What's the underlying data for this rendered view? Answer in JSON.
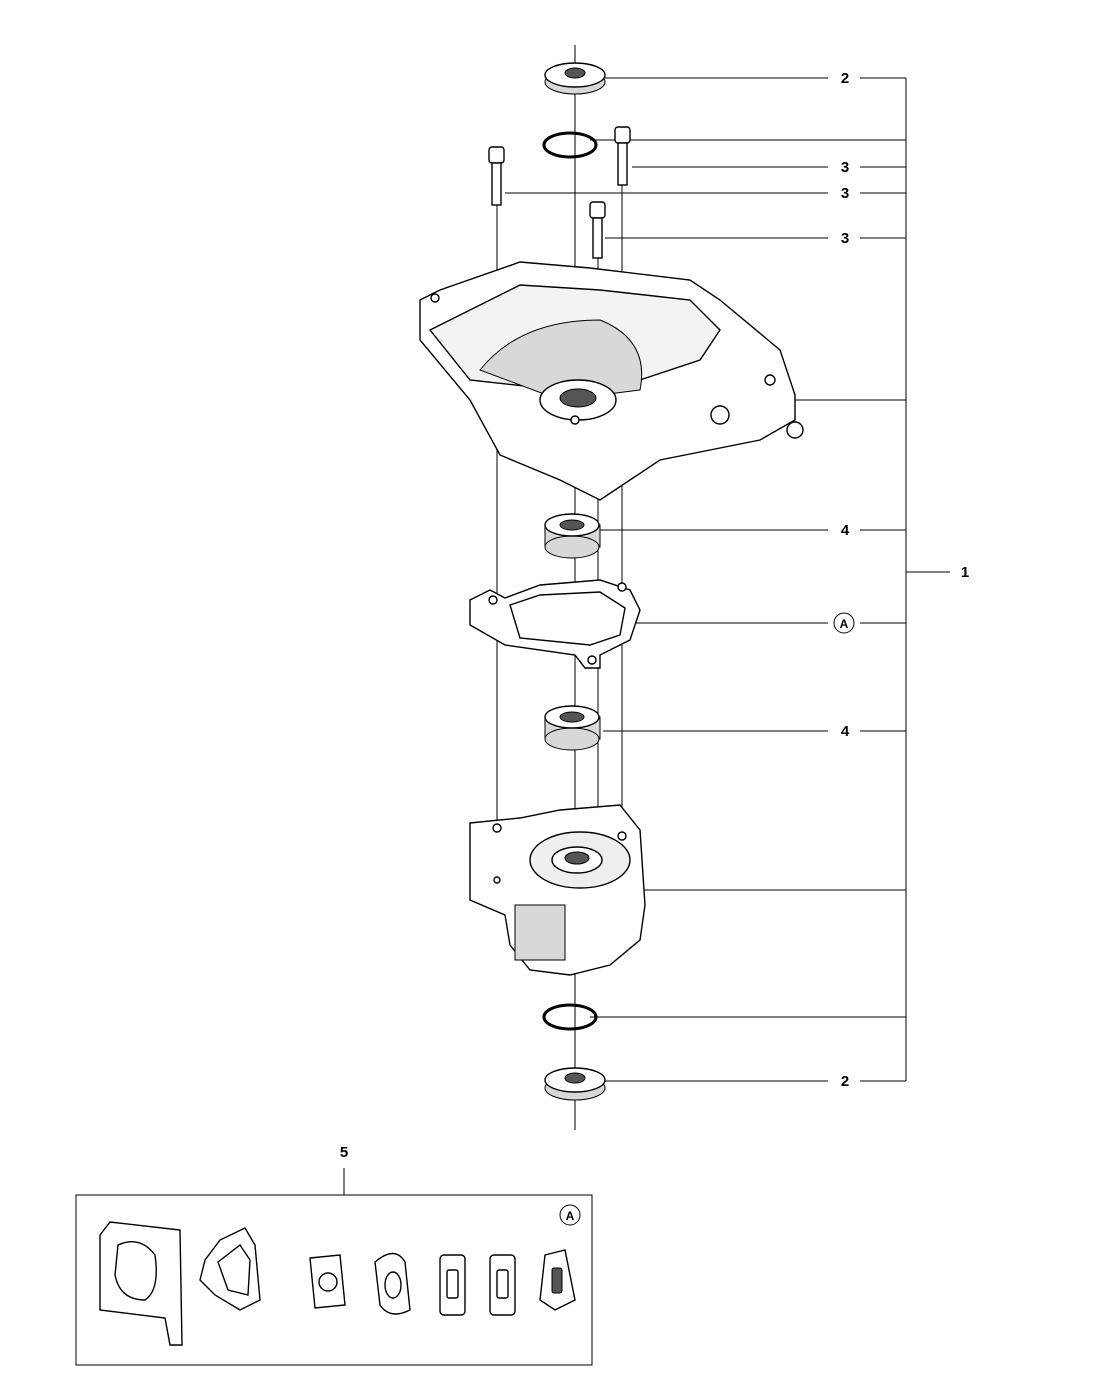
{
  "callouts": {
    "seal_top": "2",
    "screw_right": "3",
    "screw_left": "3",
    "screw_mid": "3",
    "bearing_top": "4",
    "gasket_ref": "A",
    "bearing_bottom": "4",
    "seal_bottom": "2",
    "crankcase_assembly": "1",
    "gasket_kit": "5"
  },
  "gasket_kit_box": {
    "ref_marker": "A"
  }
}
